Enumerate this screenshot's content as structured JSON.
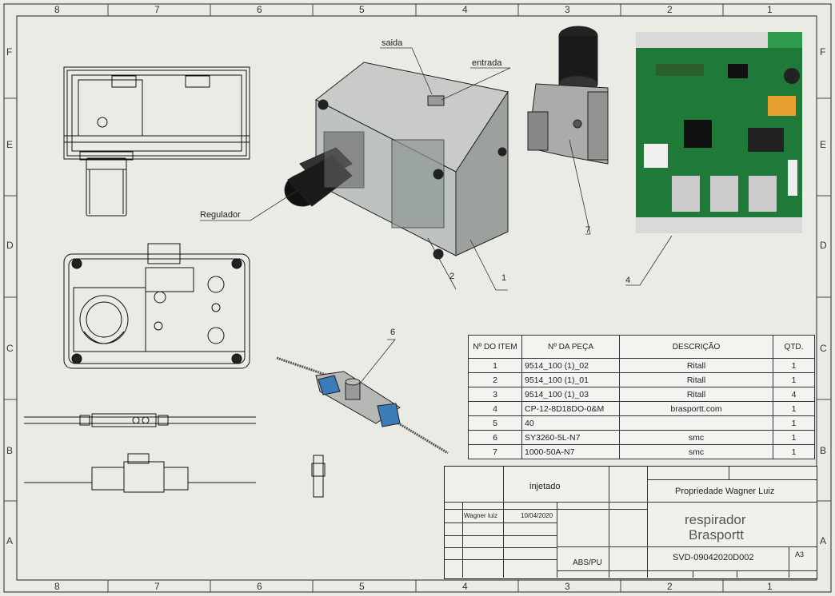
{
  "sheet": {
    "zones_top": [
      "8",
      "7",
      "6",
      "5",
      "4",
      "3",
      "2",
      "1"
    ],
    "zones_side": [
      "F",
      "E",
      "D",
      "C",
      "B",
      "A"
    ]
  },
  "callouts": {
    "saida": "saida",
    "entrada": "entrada",
    "regulador": "Regulador",
    "n1": "1",
    "n2": "2",
    "n4": "4",
    "n6": "6",
    "n7": "7"
  },
  "bom": {
    "headers": [
      "Nº DO ITEM",
      "Nº DA PEÇA",
      "DESCRIÇÃO",
      "QTD."
    ],
    "rows": [
      {
        "item": "1",
        "part": "9514_100 (1)_02",
        "desc": "Ritall",
        "qty": "1"
      },
      {
        "item": "2",
        "part": "9514_100 (1)_01",
        "desc": "Ritall",
        "qty": "1"
      },
      {
        "item": "3",
        "part": "9514_100 (1)_03",
        "desc": "Ritall",
        "qty": "4"
      },
      {
        "item": "4",
        "part": "CP-12-8D18DO-0&M",
        "desc": "brasportt.com",
        "qty": "1"
      },
      {
        "item": "5",
        "part": "40",
        "desc": "",
        "qty": "1"
      },
      {
        "item": "6",
        "part": "SY3260-5L-N7",
        "desc": "smc",
        "qty": "1"
      },
      {
        "item": "7",
        "part": "1000-50A-N7",
        "desc": "smc",
        "qty": "1"
      }
    ]
  },
  "title_block": {
    "finish_note": "injetado",
    "property": "Propriedade Wagner Luiz",
    "title_line1": "respirador",
    "title_line2": "Brasportt",
    "drawn_by": "Wagner luiz",
    "date": "10/04/2020",
    "material": "ABS/PU",
    "drawing_no": "SVD-09042020D002",
    "size": "A3"
  }
}
